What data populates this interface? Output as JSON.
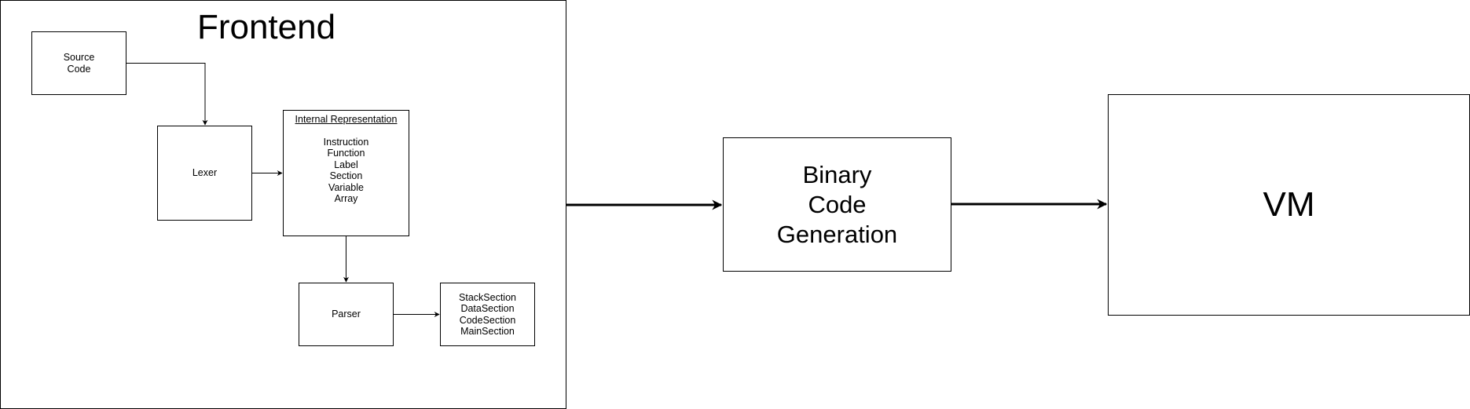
{
  "frontend": {
    "title": "Frontend"
  },
  "nodes": {
    "source_code": {
      "lines": [
        "Source",
        "Code"
      ]
    },
    "lexer": {
      "label": "Lexer"
    },
    "internal_representation": {
      "title": "Internal Representation",
      "items": [
        "Instruction",
        "Function",
        "Label",
        "Section",
        "Variable",
        "Array"
      ]
    },
    "parser": {
      "label": "Parser"
    },
    "sections": {
      "items": [
        "StackSection",
        "DataSection",
        "CodeSection",
        "MainSection"
      ]
    },
    "binary_code_generation": {
      "lines": [
        "Binary",
        "Code",
        "Generation"
      ]
    },
    "vm": {
      "label": "VM"
    }
  },
  "edges": [
    {
      "from": "Source Code",
      "to": "Lexer"
    },
    {
      "from": "Lexer",
      "to": "Internal Representation"
    },
    {
      "from": "Internal Representation",
      "to": "Parser"
    },
    {
      "from": "Parser",
      "to": "Sections"
    },
    {
      "from": "Frontend",
      "to": "Binary Code Generation"
    },
    {
      "from": "Binary Code Generation",
      "to": "VM"
    }
  ],
  "colors": {
    "stroke": "#000000",
    "background": "#ffffff"
  }
}
